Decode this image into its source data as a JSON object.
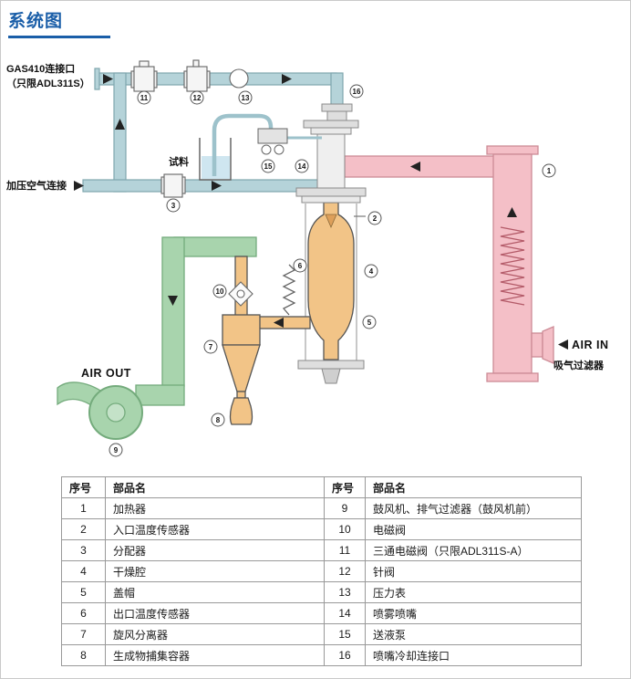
{
  "page": {
    "title": "系统图"
  },
  "diagram": {
    "labels": {
      "gas_port_line1": "GAS410连接口",
      "gas_port_line2": "（只限ADL311S）",
      "pressurized_air": "加压空气连接",
      "sample": "试料",
      "air_out": "AIR OUT",
      "air_in": "AIR IN",
      "intake_filter": "吸气过滤器"
    },
    "callouts": [
      "1",
      "2",
      "3",
      "4",
      "5",
      "6",
      "7",
      "8",
      "9",
      "10",
      "11",
      "12",
      "13",
      "14",
      "15",
      "16"
    ]
  },
  "table": {
    "headers": [
      "序号",
      "部品名",
      "序号",
      "部品名"
    ],
    "rows": [
      [
        "1",
        "加热器",
        "9",
        "鼓风机、排气过滤器（鼓风机前）"
      ],
      [
        "2",
        "入口温度传感器",
        "10",
        "电磁阀"
      ],
      [
        "3",
        "分配器",
        "11",
        "三通电磁阀（只限ADL311S-A）"
      ],
      [
        "4",
        "干燥腔",
        "12",
        "针阀"
      ],
      [
        "5",
        "盖帽",
        "13",
        "压力表"
      ],
      [
        "6",
        "出口温度传感器",
        "14",
        "喷雾喷嘴"
      ],
      [
        "7",
        "旋风分离器",
        "15",
        "送液泵"
      ],
      [
        "8",
        "生成物捕集容器",
        "16",
        "喷嘴冷却连接口"
      ]
    ]
  },
  "colors": {
    "title_blue": "#1a5ea8",
    "pipe_teal": "#b5d3d9",
    "pipe_green": "#a8d4ad",
    "pipe_pink": "#f4bfc7",
    "component_orange": "#f2c487"
  }
}
